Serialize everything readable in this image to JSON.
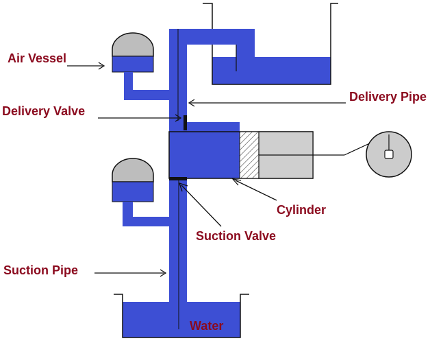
{
  "labels": {
    "air_vessel": "Air Vessel",
    "delivery_valve": "Delivery Valve",
    "delivery_pipe": "Delivery Pipe",
    "cylinder": "Cylinder",
    "suction_valve": "Suction Valve",
    "suction_pipe": "Suction Pipe",
    "water": "Water"
  },
  "colors": {
    "water": "#3d4fd4",
    "label": "#8b0a1e",
    "outline": "#111111",
    "vessel_air": "#bdbdbd",
    "cylinder_piston": "#cfcfcf",
    "crank_wheel": "#cccccc"
  }
}
